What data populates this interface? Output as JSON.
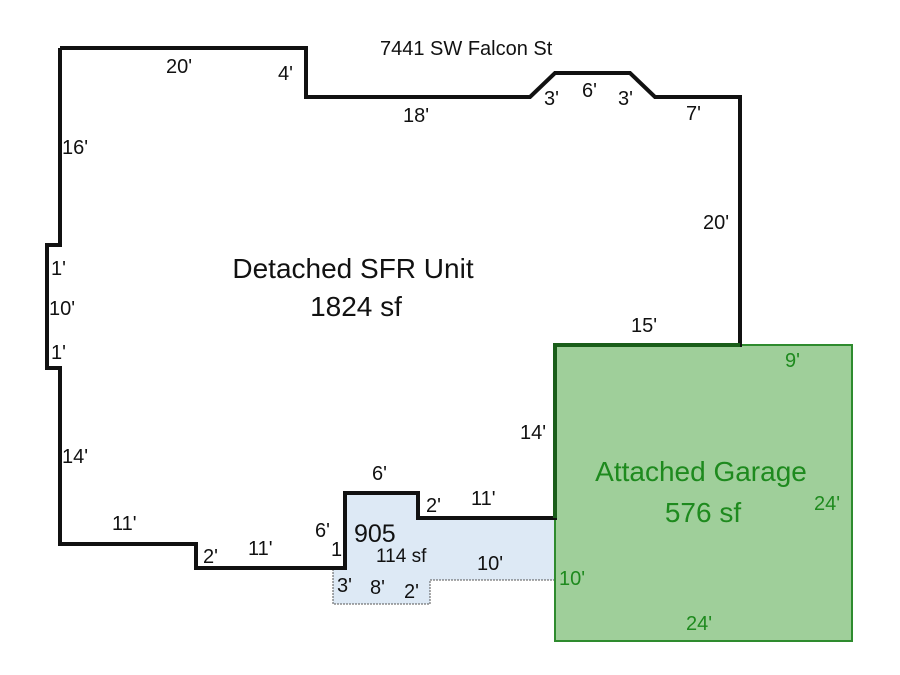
{
  "street_label": "7441 SW Falcon St",
  "colors": {
    "outline": "#111111",
    "garage_fill": "#9fcf9a",
    "garage_stroke": "#2e8b2e",
    "garage_text": "#1e8a1e",
    "porch_fill": "#dde9f5",
    "porch_stroke": "#555555"
  },
  "main_unit": {
    "name": "Detached SFR Unit",
    "area": "1824 sf",
    "dimensions": {
      "top_left": "20'",
      "step_down": "4'",
      "top_mid": "18'",
      "bay_left": "3'",
      "bay_top": "6'",
      "bay_right": "3'",
      "top_right": "7'",
      "right_side": "20'",
      "garage_top": "15'",
      "garage_left": "14'",
      "left_upper": "16'",
      "bump_top": "1'",
      "bump_side": "10'",
      "bump_bottom": "1'",
      "left_lower": "14'",
      "bottom_left": "11'",
      "bottom_step": "2'",
      "bottom_mid": "11'",
      "entry_side": "6'",
      "entry_fraction": "1",
      "entry_top": "6'",
      "entry_step": "2'",
      "entry_right": "11'"
    }
  },
  "porch": {
    "id": "905",
    "area": "114 sf",
    "dimensions": {
      "left": "3'",
      "bottom": "8'",
      "step": "2'",
      "right_bottom": "10'"
    }
  },
  "garage": {
    "name": "Attached Garage",
    "area": "576 sf",
    "dimensions": {
      "top": "9'",
      "right": "24'",
      "bottom": "24'",
      "left_lower": "10'"
    }
  }
}
